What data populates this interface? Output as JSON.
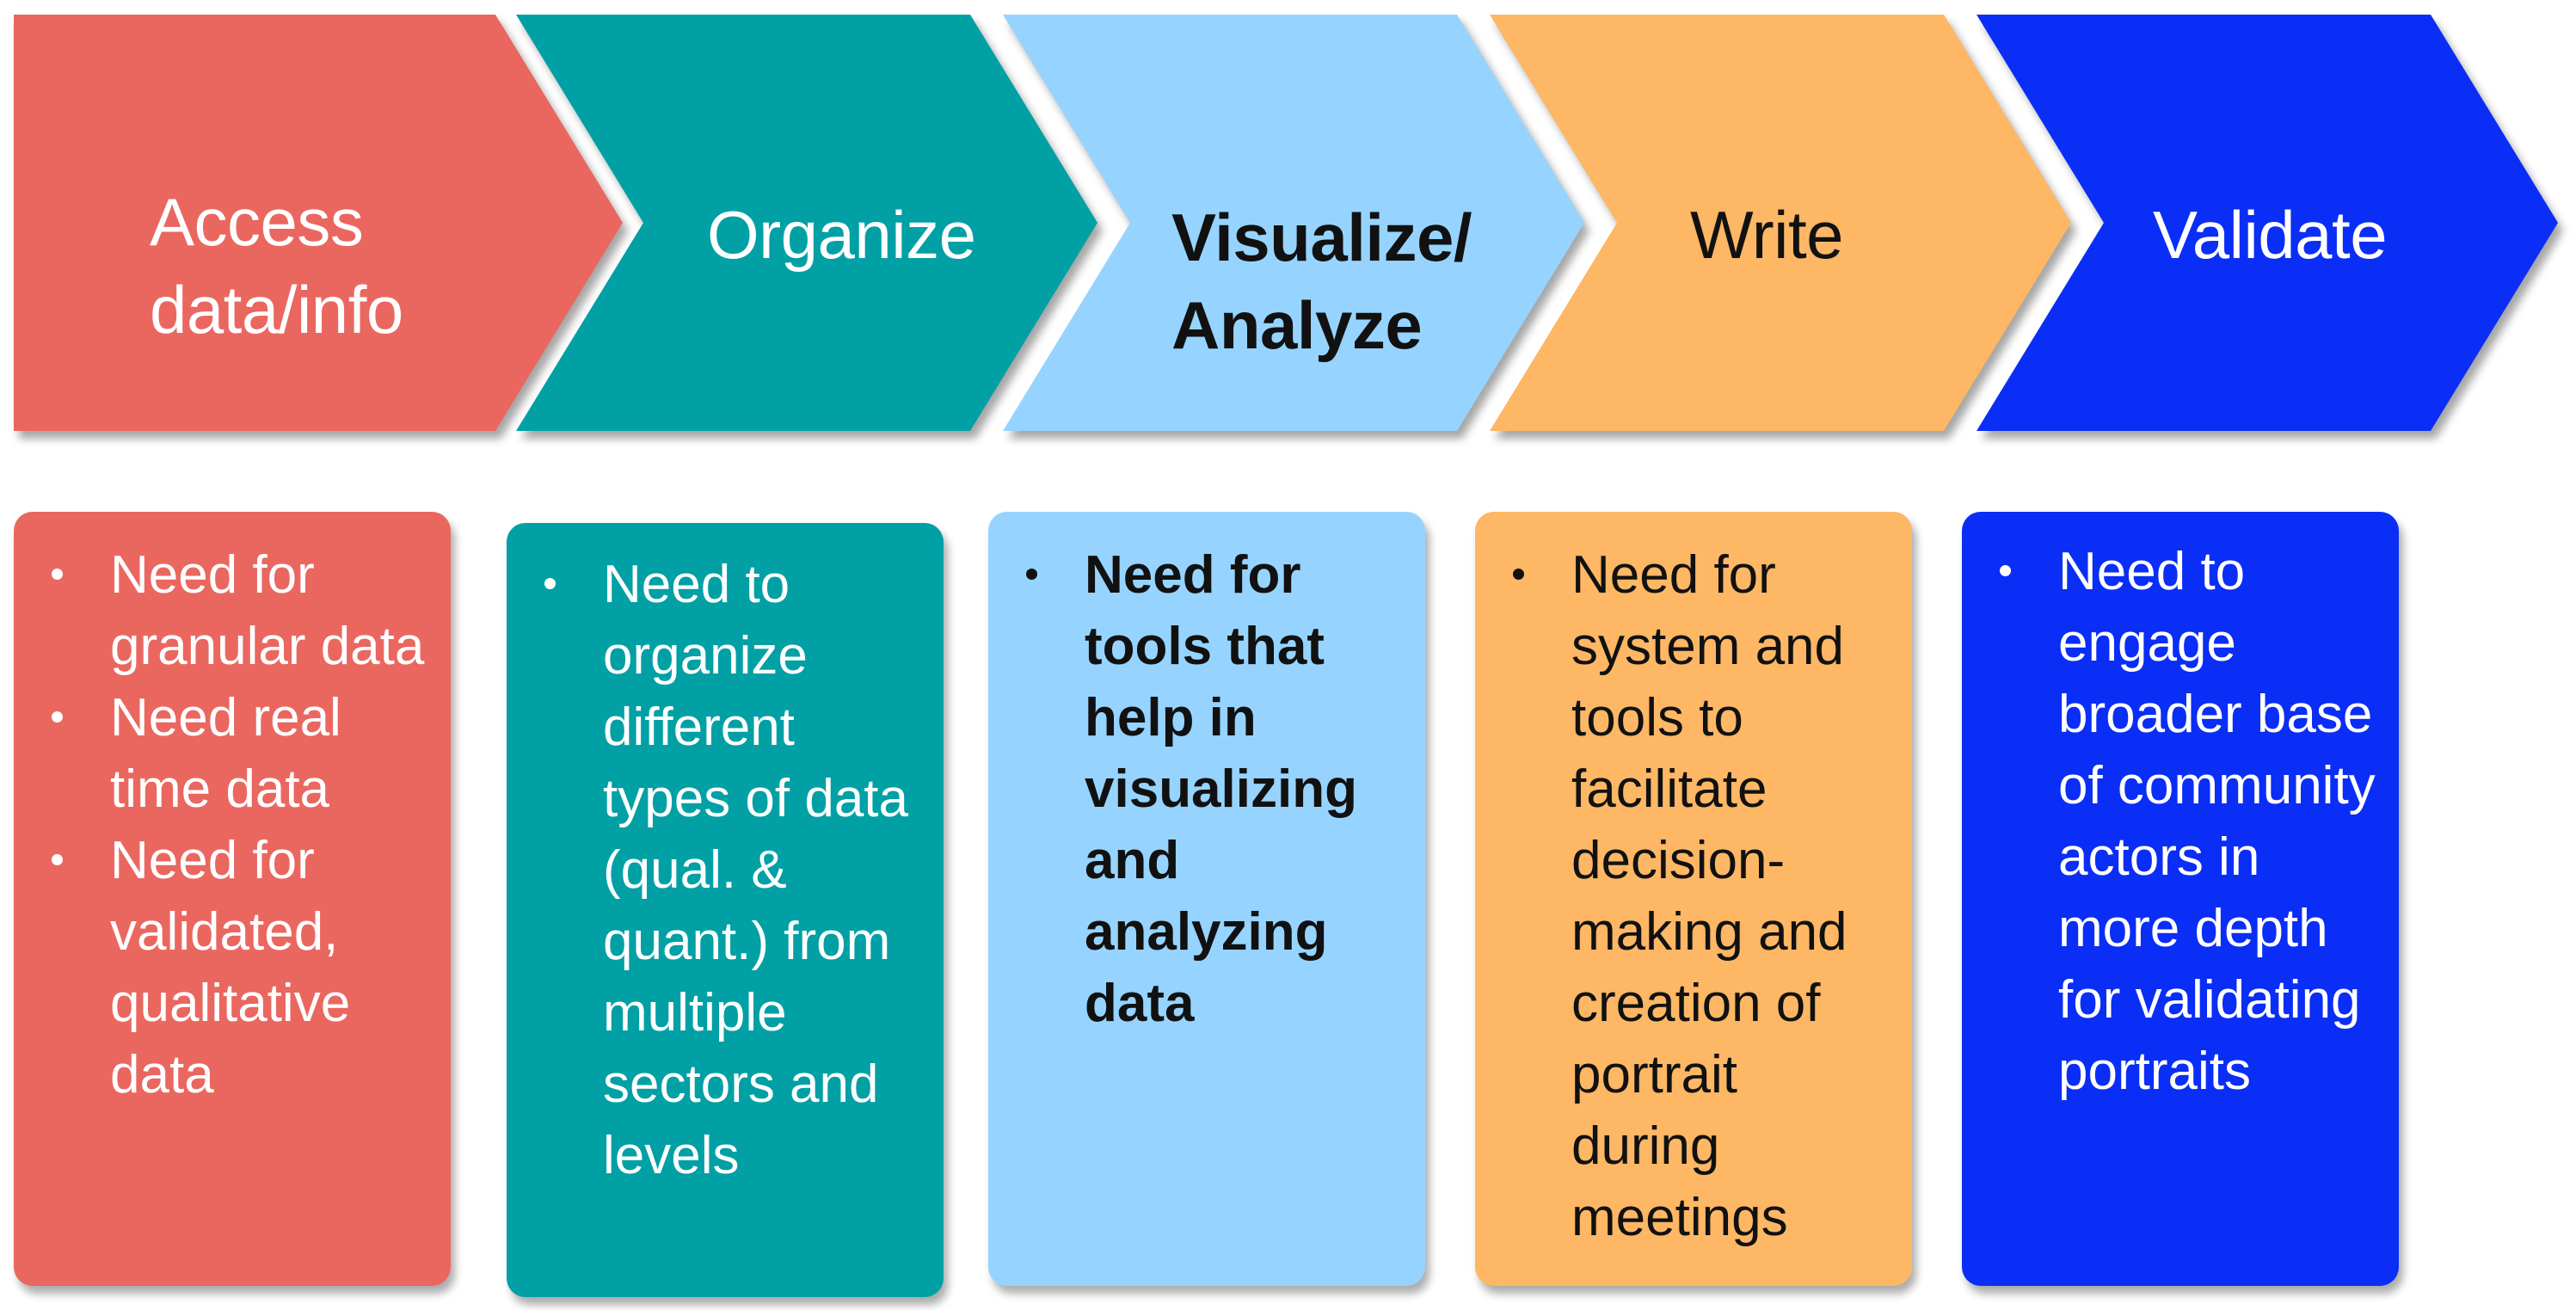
{
  "colors": {
    "access": "#EA6760",
    "organize": "#00A0A5",
    "visualize": "#96D4FF",
    "write": "#FDB765",
    "validate": "#0A2EF6"
  },
  "stages": [
    {
      "title_lines": [
        "Access",
        "data/info"
      ],
      "bullets": [
        "Need for granular data",
        "Need real time data",
        "Need for validated, qualitative data"
      ]
    },
    {
      "title_lines": [
        "Organize"
      ],
      "bullets": [
        "Need to organize different types of data (qual. & quant.) from multiple sectors and levels"
      ]
    },
    {
      "title_lines": [
        "Visualize/",
        "Analyze"
      ],
      "bullets": [
        "Need for tools that help in visualizing and analyzing data"
      ]
    },
    {
      "title_lines": [
        "Write"
      ],
      "bullets": [
        "Need for system and tools to facilitate decision-making and creation of portrait during meetings"
      ]
    },
    {
      "title_lines": [
        "Validate"
      ],
      "bullets": [
        "Need to engage broader base of community actors in more depth for validating portraits"
      ]
    }
  ]
}
